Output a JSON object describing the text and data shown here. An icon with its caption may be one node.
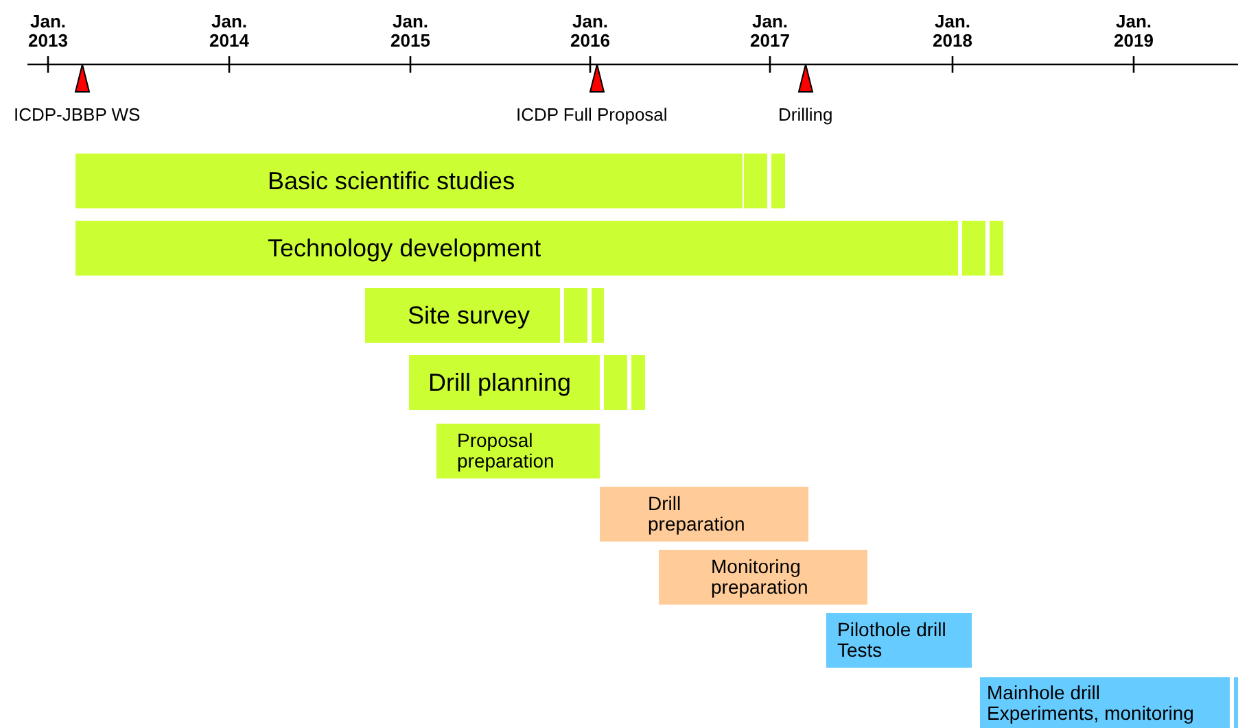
{
  "diagram": {
    "nodes": [
      {
        "text": [
          "Basic scientific studies"
        ]
      },
      {
        "text": [],
        "shape": "bar"
      },
      {
        "text": [],
        "shape": "bar"
      },
      {
        "text": [
          "Technology development"
        ]
      },
      {
        "text": [],
        "shape": "bar"
      },
      {
        "text": [],
        "shape": "bar"
      },
      {
        "text": [
          "Site survey"
        ]
      },
      {
        "text": [],
        "shape": "bar"
      },
      {
        "text": [],
        "shape": "bar"
      },
      {
        "text": [
          "Drill planning"
        ]
      },
      {
        "text": [],
        "shape": "bar"
      },
      {
        "text": [],
        "shape": "bar"
      },
      {
        "text": [
          "Proposal preparation"
        ]
      },
      {
        "text": [
          "Drill preparation"
        ]
      },
      {
        "text": [
          "Monitoring preparation"
        ]
      },
      {
        "text": [
          "Pilothole drill",
          "Tests"
        ]
      },
      {
        "text": [
          "Mainhole drill",
          "Experiments, monitoring"
        ]
      },
      {
        "text": [],
        "shape": "bar"
      }
    ],
    "edges": [],
    "labels": [
      "Jan. 2013",
      "Jan. 2014",
      "Jan. 2015",
      "Jan. 2016",
      "Jan. 2017",
      "Jan. 2018",
      "Jan. 2019",
      "ICDP-JBBP WS",
      "ICDP Full Proposal",
      "Drilling"
    ]
  }
}
